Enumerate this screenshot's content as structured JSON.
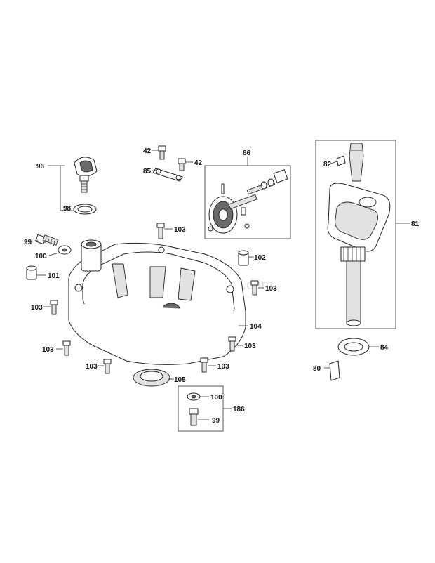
{
  "watermark": "eReplacementParts.com",
  "callouts": {
    "c96": "96",
    "c98": "98",
    "c42a": "42",
    "c42b": "42",
    "c85": "85",
    "c86": "86",
    "c82": "82",
    "c81": "81",
    "c99a": "99",
    "c100a": "100",
    "c101": "101",
    "c103a": "103",
    "c102": "102",
    "c103b": "103",
    "c103c": "103",
    "c104": "104",
    "c103d": "103",
    "c103e": "103",
    "c103f": "103",
    "c103g": "103",
    "c105": "105",
    "c100b": "100",
    "c186": "186",
    "c99b": "99",
    "c84": "84",
    "c80": "80"
  }
}
